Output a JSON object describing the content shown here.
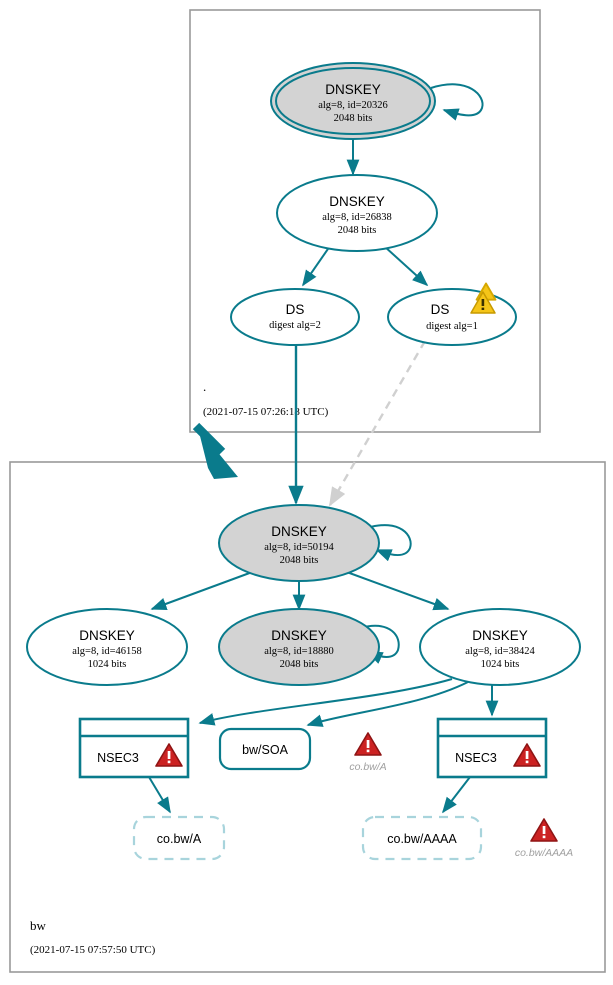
{
  "diagram": {
    "type": "dnssec-authentication-chain",
    "accent_color": "#0a7b8c",
    "secure_fill": "#d3d3d3",
    "insecure_fill": "#ffffff",
    "zone_border_color": "#999999",
    "warning_color": "#f5c518",
    "error_color": "#cc2222",
    "dashed_edge_color": "#d0d0d0",
    "nonexistent_border_color": "#a8d4dc"
  },
  "zones": [
    {
      "id": "root",
      "name": ".",
      "timestamp": "(2021-07-15 07:26:18 UTC)"
    },
    {
      "id": "bw",
      "name": "bw",
      "timestamp": "(2021-07-15 07:57:50 UTC)"
    }
  ],
  "nodes": {
    "root_ksk": {
      "type": "DNSKEY",
      "title": "DNSKEY",
      "line2": "alg=8, id=20326",
      "line3": "2048 bits",
      "alg": 8,
      "key_id": 20326,
      "bits": 2048,
      "role": "ksk-sep",
      "status": "secure"
    },
    "root_zsk": {
      "type": "DNSKEY",
      "title": "DNSKEY",
      "line2": "alg=8, id=26838",
      "line3": "2048 bits",
      "alg": 8,
      "key_id": 26838,
      "bits": 2048,
      "role": "zsk",
      "status": "insecure"
    },
    "ds_alg2": {
      "type": "DS",
      "title": "DS",
      "line2": "digest alg=2",
      "digest_alg": 2,
      "status": "ok"
    },
    "ds_alg1": {
      "type": "DS",
      "title": "DS",
      "line2": "digest alg=1",
      "digest_alg": 1,
      "status": "warning",
      "badge": "warning-triangle-icon"
    },
    "bw_ksk": {
      "type": "DNSKEY",
      "title": "DNSKEY",
      "line2": "alg=8, id=50194",
      "line3": "2048 bits",
      "alg": 8,
      "key_id": 50194,
      "bits": 2048,
      "role": "ksk-sep",
      "status": "secure"
    },
    "bw_key_46158": {
      "type": "DNSKEY",
      "title": "DNSKEY",
      "line2": "alg=8, id=46158",
      "line3": "1024 bits",
      "alg": 8,
      "key_id": 46158,
      "bits": 1024,
      "role": "zsk",
      "status": "insecure"
    },
    "bw_key_18880": {
      "type": "DNSKEY",
      "title": "DNSKEY",
      "line2": "alg=8, id=18880",
      "line3": "2048 bits",
      "alg": 8,
      "key_id": 18880,
      "bits": 2048,
      "role": "zsk",
      "status": "secure"
    },
    "bw_key_38424": {
      "type": "DNSKEY",
      "title": "DNSKEY",
      "line2": "alg=8, id=38424",
      "line3": "1024 bits",
      "alg": 8,
      "key_id": 38424,
      "bits": 1024,
      "role": "zsk",
      "status": "insecure"
    },
    "nsec3_left": {
      "type": "NSEC3",
      "title": "NSEC3",
      "status": "error",
      "badge": "error-triangle-icon"
    },
    "nsec3_right": {
      "type": "NSEC3",
      "title": "NSEC3",
      "status": "error",
      "badge": "error-triangle-icon"
    },
    "bw_soa": {
      "type": "RRset",
      "title": "bw/SOA",
      "status": "ok"
    },
    "cobw_a": {
      "type": "RRset-nonexistent",
      "title": "co.bw/A",
      "status": "nonexistent"
    },
    "cobw_aaaa": {
      "type": "RRset-nonexistent",
      "title": "co.bw/AAAA",
      "status": "nonexistent"
    }
  },
  "error_labels": [
    {
      "id": "err_cobw_a",
      "text": "co.bw/A",
      "badge": "error-triangle-icon"
    },
    {
      "id": "err_cobw_aaaa",
      "text": "co.bw/AAAA",
      "badge": "error-triangle-icon"
    }
  ],
  "edges": [
    {
      "from": "root_ksk",
      "to": "root_ksk",
      "style": "self-loop",
      "kind": "signs"
    },
    {
      "from": "root_ksk",
      "to": "root_zsk",
      "style": "solid",
      "kind": "signs"
    },
    {
      "from": "root_zsk",
      "to": "ds_alg2",
      "style": "solid",
      "kind": "signs"
    },
    {
      "from": "root_zsk",
      "to": "ds_alg1",
      "style": "solid",
      "kind": "signs"
    },
    {
      "from": "ds_alg2",
      "to": "bw_ksk",
      "style": "solid",
      "kind": "delegation-secure"
    },
    {
      "from": "ds_alg1",
      "to": "bw_ksk",
      "style": "dashed",
      "kind": "delegation-insecure"
    },
    {
      "from": "bw_ksk",
      "to": "bw_ksk",
      "style": "self-loop",
      "kind": "signs"
    },
    {
      "from": "bw_ksk",
      "to": "bw_key_46158",
      "style": "solid",
      "kind": "signs"
    },
    {
      "from": "bw_ksk",
      "to": "bw_key_18880",
      "style": "solid",
      "kind": "signs"
    },
    {
      "from": "bw_ksk",
      "to": "bw_key_38424",
      "style": "solid",
      "kind": "signs"
    },
    {
      "from": "bw_key_18880",
      "to": "bw_key_18880",
      "style": "self-loop",
      "kind": "signs"
    },
    {
      "from": "bw_key_38424",
      "to": "nsec3_left",
      "style": "curved",
      "kind": "signs"
    },
    {
      "from": "bw_key_38424",
      "to": "bw_soa",
      "style": "curved",
      "kind": "signs"
    },
    {
      "from": "bw_key_38424",
      "to": "nsec3_right",
      "style": "solid",
      "kind": "signs"
    },
    {
      "from": "nsec3_left",
      "to": "cobw_a",
      "style": "solid",
      "kind": "proves-nonexistence"
    },
    {
      "from": "nsec3_right",
      "to": "cobw_aaaa",
      "style": "solid",
      "kind": "proves-nonexistence"
    },
    {
      "from": "root",
      "to": "bw",
      "style": "thick-arrow",
      "kind": "zone-delegation"
    }
  ]
}
